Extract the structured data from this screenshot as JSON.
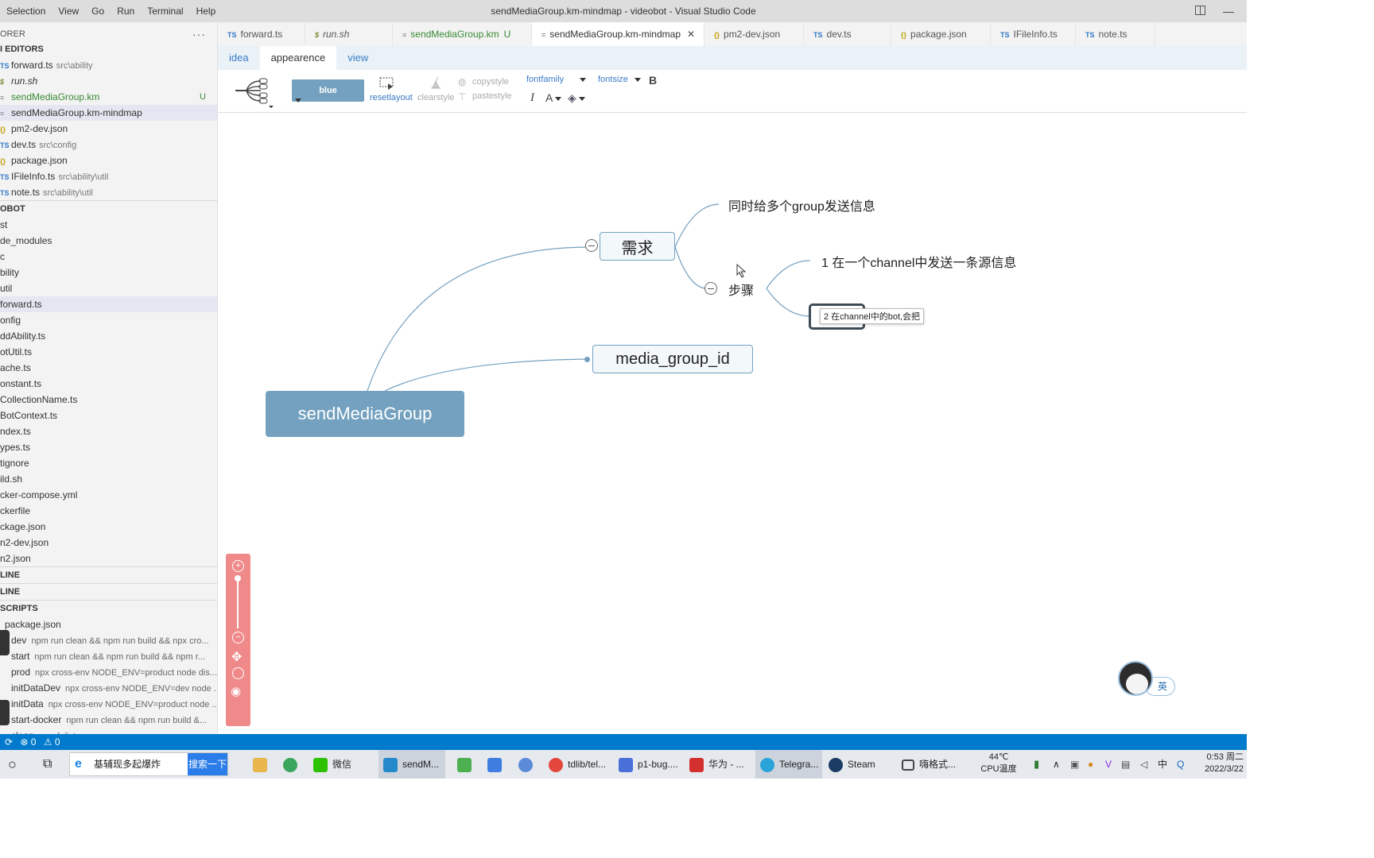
{
  "titlebar": {
    "menu": [
      "Selection",
      "View",
      "Go",
      "Run",
      "Terminal",
      "Help"
    ],
    "title": "sendMediaGroup.km-mindmap - videobot - Visual Studio Code"
  },
  "sidebar": {
    "explorer_label": "ORER",
    "open_editors_label": "I EDITORS",
    "open_editors": [
      {
        "icon": "TS",
        "name": "forward.ts",
        "desc": "src\\ability"
      },
      {
        "icon": "$",
        "name": "run.sh",
        "desc": ""
      },
      {
        "icon": "≡",
        "name": "sendMediaGroup.km",
        "desc": "",
        "badge": "U"
      },
      {
        "icon": "≡",
        "name": "sendMediaGroup.km-mindmap",
        "desc": ""
      },
      {
        "icon": "{}",
        "name": "pm2-dev.json",
        "desc": ""
      },
      {
        "icon": "TS",
        "name": "dev.ts",
        "desc": "src\\config"
      },
      {
        "icon": "{}",
        "name": "package.json",
        "desc": ""
      },
      {
        "icon": "TS",
        "name": "IFileInfo.ts",
        "desc": "src\\ability\\util"
      },
      {
        "icon": "TS",
        "name": "note.ts",
        "desc": "src\\ability\\util"
      }
    ],
    "project_label": "OBOT",
    "tree": [
      "st",
      "de_modules",
      "c",
      "bility",
      "util",
      "forward.ts",
      "onfig",
      "ddAbility.ts",
      "otUtil.ts",
      "ache.ts",
      "onstant.ts",
      "CollectionName.ts",
      "BotContext.ts",
      "ndex.ts",
      "ypes.ts",
      "tignore",
      "ild.sh",
      "cker-compose.yml",
      "ckerfile",
      "ckage.json",
      "n2-dev.json",
      "n2.json"
    ],
    "outline_label": "LINE",
    "timeline_label": "LINE",
    "scripts_label": "SCRIPTS",
    "scripts_file": "package.json",
    "scripts": [
      {
        "name": "dev",
        "cmd": "npm run clean && npm run build && npx cro..."
      },
      {
        "name": "start",
        "cmd": "npm run clean && npm run build && npm r..."
      },
      {
        "name": "prod",
        "cmd": "npx cross-env NODE_ENV=product node dis..."
      },
      {
        "name": "initDataDev",
        "cmd": "npx cross-env NODE_ENV=dev node ..."
      },
      {
        "name": "initData",
        "cmd": "npx cross-env NODE_ENV=product node ..."
      },
      {
        "name": "start-docker",
        "cmd": "npm run clean && npm run build &..."
      },
      {
        "name": "clean",
        "cmd": "rm -rf dist"
      }
    ]
  },
  "tabs": [
    {
      "icon": "TS",
      "label": "forward.ts"
    },
    {
      "icon": "$",
      "label": "run.sh"
    },
    {
      "icon": "≡",
      "label": "sendMediaGroup.km",
      "badge": "U"
    },
    {
      "icon": "≡",
      "label": "sendMediaGroup.km-mindmap",
      "close": "✕"
    },
    {
      "icon": "{}",
      "label": "pm2-dev.json"
    },
    {
      "icon": "TS",
      "label": "dev.ts"
    },
    {
      "icon": "{}",
      "label": "package.json"
    },
    {
      "icon": "TS",
      "label": "IFileInfo.ts"
    },
    {
      "icon": "TS",
      "label": "note.ts"
    }
  ],
  "editor_tabs": [
    "idea",
    "appearence",
    "view"
  ],
  "toolbar": {
    "theme": "blue",
    "resetlayout": "resetlayout",
    "clearstyle": "clearstyle",
    "copystyle": "copystyle",
    "pastestyle": "pastestyle",
    "fontfamily": "fontfamily",
    "fontsize": "fontsize",
    "bold": "B",
    "italic": "I",
    "font_color": "A"
  },
  "mindmap": {
    "root": "sendMediaGroup",
    "node_requirements": "需求",
    "node_media_group_id": "media_group_id",
    "leaf_send_multi": "同时给多个group发送信息",
    "node_steps": "步骤",
    "leaf_step1": "1 在一个channel中发送一条源信息",
    "edit_text": "2 在channel中的bot,会把"
  },
  "lang_badge": "英",
  "statusbar": {
    "errors": "⊗ 0",
    "warnings": "⚠ 0"
  },
  "taskbar": {
    "search_text": "基辅现多起爆炸",
    "search_button": "搜索一下",
    "apps": [
      "微信",
      "sendM...",
      "tdlib/tel...",
      "p1-bug....",
      "华为 - ...",
      "Telegra...",
      "Steam",
      "嗨格式..."
    ],
    "cpu_temp": "44℃",
    "cpu_label": "CPU温度",
    "ime": "中",
    "time": "0:53 周二",
    "date": "2022/3/22"
  },
  "colors": {
    "accent": "#73a1bf",
    "statusbar": "#007acc",
    "zoom_panel": "#f08a8a"
  }
}
